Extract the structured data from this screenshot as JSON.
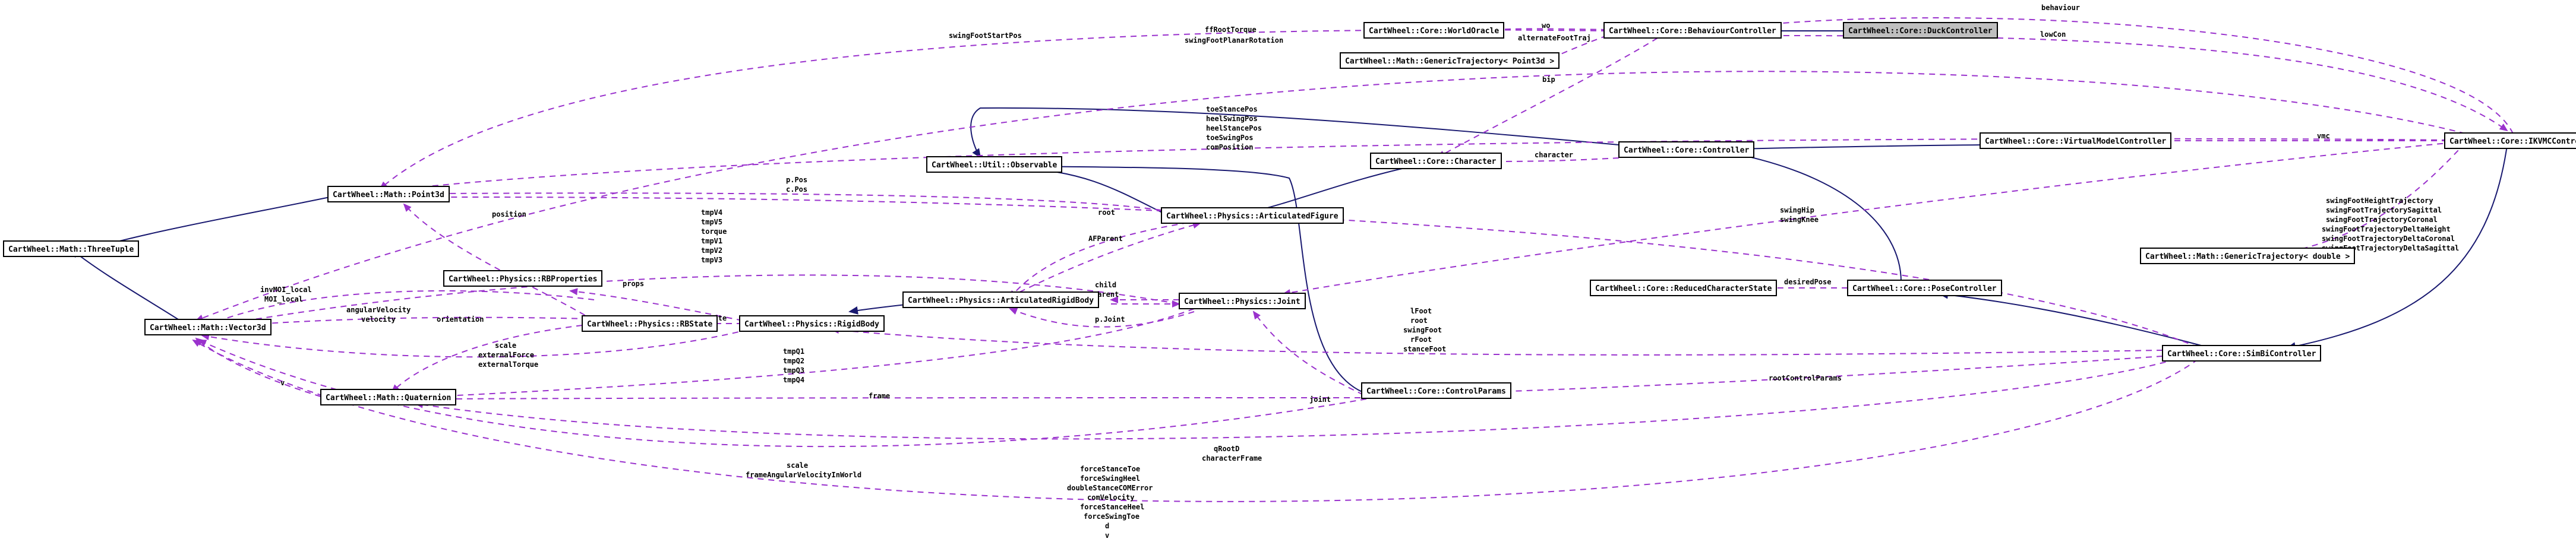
{
  "colors": {
    "usage_edge": "#9a32cd",
    "inherit_edge": "#191970",
    "highlight_fill": "#bfbfbf",
    "node_border": "#000000"
  },
  "nodes": {
    "threetuple": "CartWheel::Math::ThreeTuple",
    "vector3d": "CartWheel::Math::Vector3d",
    "point3d": "CartWheel::Math::Point3d",
    "quaternion": "CartWheel::Math::Quaternion",
    "ode": "CartWheel::Util::Observable",
    "rbprops": "CartWheel::Physics::RBProperties",
    "rbstate": "CartWheel::Physics::RBState",
    "rigidbody": "CartWheel::Physics::RigidBody",
    "artrb": "CartWheel::Physics::ArticulatedRigidBody",
    "joint": "CartWheel::Physics::Joint",
    "artfig": "CartWheel::Physics::ArticulatedFigure",
    "character": "CartWheel::Core::Character",
    "controlparams": "CartWheel::Core::ControlParams",
    "worldoracle": "CartWheel::Core::WorldOracle",
    "gentraj": "CartWheel::Math::GenericTrajectory< Point3d >",
    "behaviour": "CartWheel::Core::BehaviourController",
    "duck": "CartWheel::Core::DuckController",
    "controller": "CartWheel::Core::Controller",
    "vmc": "CartWheel::Core::VirtualModelController",
    "ikvmc": "CartWheel::Core::IKVMCController",
    "gentrajd": "CartWheel::Math::GenericTrajectory< double >",
    "reduced": "CartWheel::Core::ReducedCharacterState",
    "pose": "CartWheel::Core::PoseController",
    "simbicon": "CartWheel::Core::SimBiController"
  },
  "labels": {
    "swingFootStartPos": "swingFootStartPos",
    "ffRootTorque": "ffRootTorque",
    "swingFootPlanar": "swingFootPlanarRotation",
    "wo": "wo",
    "alternateFootTraj": "alternateFootTraj",
    "behaviour": "behaviour",
    "lowCon": "lowCon",
    "bip": "bip",
    "toeStancePos": "toeStancePos",
    "heelSwingPos": "heelSwingPos",
    "heelStancePos": "heelStancePos",
    "toeSwingPos": "toeSwingPos",
    "comPosition": "comPosition",
    "character": "character",
    "vmc": "vmc",
    "pPos": "p.Pos",
    "cPos": "c.Pos",
    "position": "position",
    "root": "root",
    "tmpV4": "tmpV4",
    "tmpV5": "tmpV5",
    "torque": "torque",
    "tmpV1": "tmpV1",
    "tmpV2": "tmpV2",
    "tmpV3": "tmpV3",
    "afParent": "AFParent",
    "swingHip": "swingHip",
    "swingKnee": "swingKnee",
    "sfht": "swingFootHeightTrajectory",
    "sfts": "swingFootTrajectorySagittal",
    "sftc": "swingFootTrajectoryCoronal",
    "sftdh": "swingFootTrajectoryDeltaHeight",
    "sftdc": "swingFootTrajectoryDeltaCoronal",
    "sftds": "swingFootTrajectoryDeltaSagittal",
    "invMOI": "invMOI_local",
    "moi": "MOI_local",
    "props": "props",
    "child": "child",
    "parent": "parent",
    "desiredPose": "desiredPose",
    "angVel": "angularVelocity",
    "velocity": "velocity",
    "orientation": "orientation",
    "state": "state",
    "pJoint": "p.Joint",
    "lFoot": "lFoot",
    "rootLbl": "root",
    "swingFoot": "swingFoot",
    "rFoot": "rFoot",
    "stanceFoot": "stanceFoot",
    "scale": "scale",
    "extForce": "externalForce",
    "extTorque": "externalTorque",
    "tmpQ1": "tmpQ1",
    "tmpQ2": "tmpQ2",
    "tmpQ3": "tmpQ3",
    "tmpQ4": "tmpQ4",
    "v": "v",
    "joint": "joint",
    "frame": "frame",
    "rootControlParams": "rootControlParams",
    "scale2": "scale",
    "frameAngVel": "frameAngularVelocityInWorld",
    "qRootD": "qRootD",
    "characterFrame": "characterFrame",
    "forceStanceToe": "forceStanceToe",
    "forceSwingHeel": "forceSwingHeel",
    "dsCOMError": "doubleStanceCOMError",
    "comVelocity": "comVelocity",
    "forceStanceHeel": "forceStanceHeel",
    "forceSwingToe": "forceSwingToe",
    "d": "d",
    "v2": "v"
  }
}
